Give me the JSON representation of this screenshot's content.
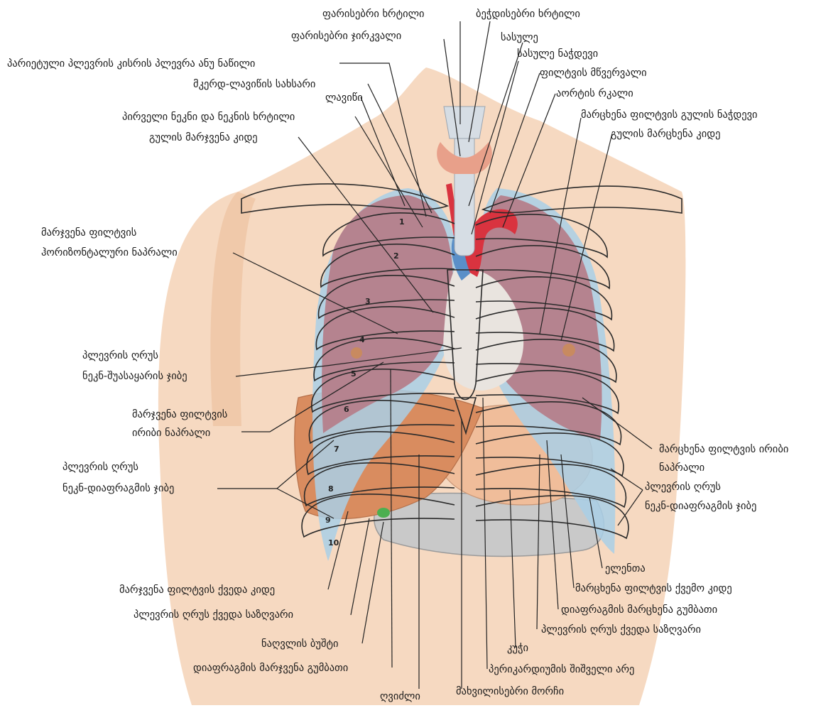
{
  "labels": {
    "pharyngeal_cartilage": "ფარისებრი ხრტილი",
    "cricoid_cartilage": "ბეჭდისებრი ხრტილი",
    "thyroid_gland": "ფარისებრი ჯირკვალი",
    "trachea": "სასულე",
    "parietal_pleura_cervical": "პარიეტული პლევრის კისრის პლევრა ანუ ნაწილი",
    "tracheal_bifurcation": "სასულე ნაჭდევი",
    "sternoclavicular_joint": "მკერდ-ლავიწის სახსარი",
    "lung_apex": "ფილტვის მწვერვალი",
    "clavicle": "ლავიწი",
    "aortic_arch": "აორტის რკალი",
    "first_rib": "პირველი ნეკნი და ნეკნის ხრტილი",
    "left_cardiac_notch": "მარცხენა ფილტვის გულის ნაჭდევი",
    "right_heart_border": "გულის მარჯვენა კიდე",
    "left_heart_border": "გულის მარცხენა კიდე",
    "right_horizontal_fissure_1": "მარჯვენა ფილტვის",
    "right_horizontal_fissure_2": "ჰორიზონტალური ნაპრალი",
    "costomediastinal_recess_1": "პლევრის ღრუს",
    "costomediastinal_recess_2": "ნეკნ-შუასაყარის ჯიბე",
    "right_oblique_fissure_1": "მარჯვენა ფილტვის",
    "right_oblique_fissure_2": "ირიბი ნაპრალი",
    "left_oblique_fissure_1": "მარცხენა ფილტვის ირიბი",
    "left_oblique_fissure_2": "ნაპრალი",
    "right_costodiaphragmatic_1": "პლევრის ღრუს",
    "right_costodiaphragmatic_2": "ნეკნ-დიაფრაგმის ჯიბე",
    "left_costodiaphragmatic_1": "პლევრის ღრუს",
    "left_costodiaphragmatic_2": "ნეკნ-დიაფრაგმის ჯიბე",
    "spleen": "ელენთა",
    "right_lung_lower_border": "მარჯვენა ფილტვის ქვედა კიდე",
    "left_lung_lower_border": "მარცხენა ფილტვის ქვემო კიდე",
    "right_pleura_lower_boundary": "პლევრის ღრუს ქვედა საზღვარი",
    "left_diaphragm_dome": "დიაფრაგმის მარცხენა გუმბათი",
    "gallbladder": "ნაღვლის ბუშტი",
    "left_pleura_lower_boundary": "პლევრის ღრუს ქვედა საზღვარი",
    "stomach": "კუჭი",
    "right_diaphragm_dome": "დიაფრაგმის მარჯვენა გუმბათი",
    "pericardium_bare_area": "პერიკარდიუმის შიშველი არე",
    "liver": "ღვიძლი",
    "xiphoid_process": "მახვილისებრი მორჩი"
  },
  "rib_numbers": [
    "1",
    "2",
    "3",
    "4",
    "5",
    "6",
    "7",
    "8",
    "9",
    "10"
  ],
  "colors": {
    "skin": "#f6d9c1",
    "skin_shadow": "#eec2a0",
    "lung": "#b5838f",
    "pleura": "#a9cfe6",
    "liver": "#d98c5f",
    "stomach": "#f0bd9a",
    "intestine": "#c9c9c9",
    "aorta": "#d9333f",
    "vein": "#5a8fc8",
    "thyroid": "#e8a08a",
    "trachea": "#d6dde4",
    "gallbladder": "#4caf50"
  }
}
